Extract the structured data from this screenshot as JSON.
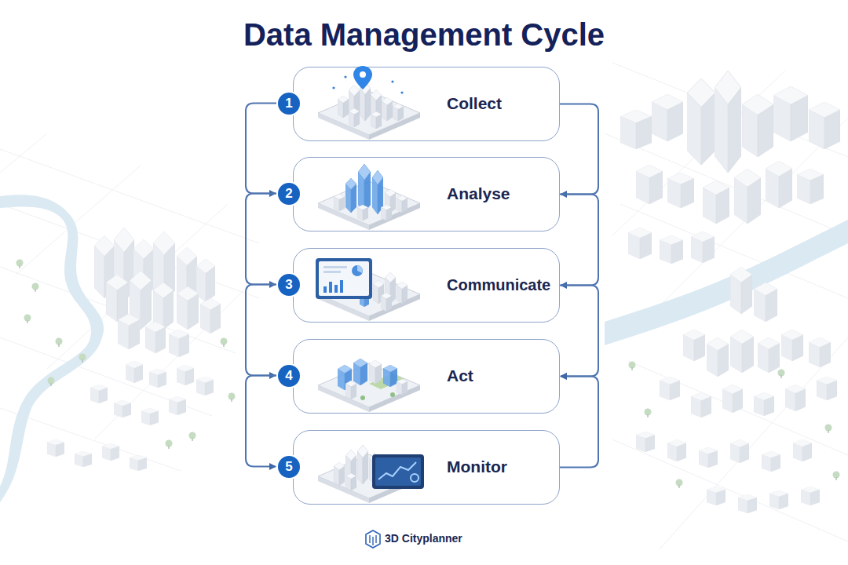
{
  "diagram": {
    "title": "Data Management Cycle",
    "nodes": [
      {
        "text": [
          "Collect"
        ]
      },
      {
        "text": [
          "1"
        ],
        "in": 0
      },
      {
        "text": [
          "Analyse"
        ]
      },
      {
        "text": [
          "2"
        ],
        "in": 2
      },
      {
        "text": [
          "Communicate"
        ]
      },
      {
        "text": [
          "3"
        ],
        "in": 4
      },
      {
        "text": [
          "Act"
        ]
      },
      {
        "text": [
          "4"
        ],
        "in": 6
      },
      {
        "text": [
          "Monitor"
        ]
      },
      {
        "text": [
          "5"
        ],
        "in": 8
      }
    ],
    "edges": [
      {
        "from": 0,
        "to": 2,
        "arrow": "to"
      },
      {
        "from": 2,
        "to": 4,
        "arrow": "to"
      },
      {
        "from": 4,
        "to": 6,
        "arrow": "to"
      },
      {
        "from": 6,
        "to": 8,
        "arrow": "to"
      },
      {
        "from": 0,
        "to": 2,
        "arrow": "to"
      },
      {
        "from": 2,
        "to": 4,
        "arrow": "to"
      },
      {
        "from": 4,
        "to": 6,
        "arrow": "to"
      },
      {
        "from": 8,
        "to": 6,
        "arrow": "to"
      }
    ],
    "labels": [
      "3D Cityplanner"
    ]
  }
}
